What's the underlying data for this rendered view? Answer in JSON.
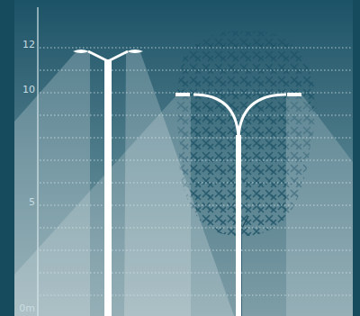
{
  "diagram": {
    "labels": [
      "12",
      "10",
      "5",
      "0m"
    ]
  }
}
